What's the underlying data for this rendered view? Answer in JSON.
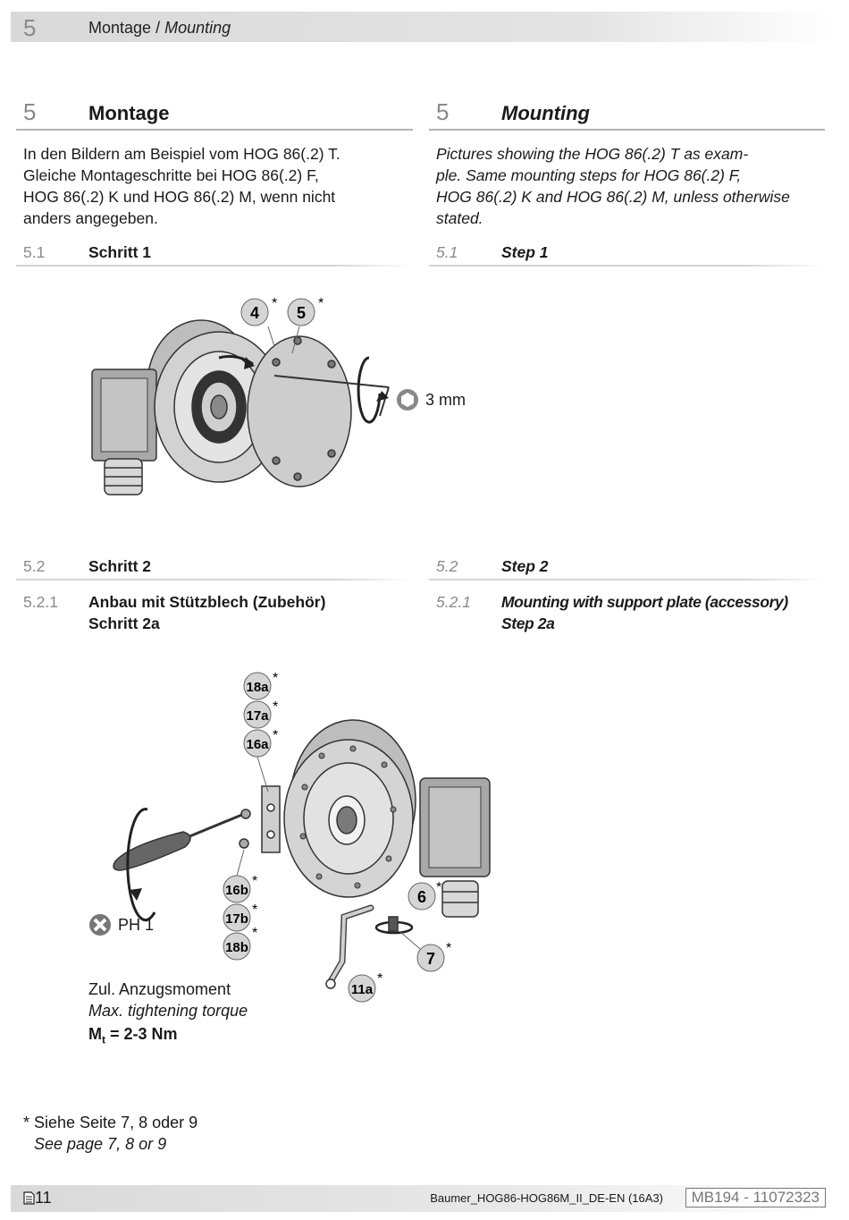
{
  "header": {
    "number": "5",
    "title_de": "Montage",
    "separator": " / ",
    "title_en": "Mounting"
  },
  "section": {
    "de": {
      "number": "5",
      "title": "Montage",
      "lines": [
        "In den Bildern am Beispiel vom HOG 86(.2) T.",
        "Gleiche Montageschritte bei HOG 86(.2) F,",
        "HOG 86(.2) K und HOG 86(.2) M, wenn nicht",
        "anders angegeben."
      ]
    },
    "en": {
      "number": "5",
      "title": "Mounting",
      "lines": [
        "Pictures showing the HOG 86(.2) T as exam-",
        "ple. Same mounting steps for HOG 86(.2) F,",
        "HOG 86(.2) K and HOG 86(.2) M, unless otherwise",
        "stated."
      ]
    }
  },
  "step1": {
    "number": "5.1",
    "title_de": "Schritt 1",
    "title_en": "Step 1"
  },
  "step2": {
    "number": "5.2",
    "title_de": "Schritt 2",
    "title_en": "Step 2"
  },
  "step2a": {
    "number": "5.2.1",
    "title_de": "Anbau mit Stützblech (Zubehör)",
    "sub_de": "Schritt 2a",
    "title_en": "Mounting with support plate (accessory)",
    "sub_en": "Step 2a"
  },
  "figure1": {
    "callouts": [
      "4",
      "5"
    ],
    "star": "*",
    "tool": "3 mm"
  },
  "figure2": {
    "callouts": [
      "18a",
      "17a",
      "16a",
      "16b",
      "17b",
      "18b",
      "6",
      "7",
      "11a"
    ],
    "star": "*",
    "tool": "PH 1"
  },
  "torque": {
    "de": "Zul. Anzugsmoment",
    "en": "Max. tightening torque",
    "symbol": "M",
    "subscript": "t",
    "value": " = 2-3 Nm"
  },
  "footnote": {
    "de": "* Siehe Seite 7, 8 oder 9",
    "en": "See page 7, 8 or 9"
  },
  "footer": {
    "page": "11",
    "document": "Baumer_HOG86-HOG86M_II_DE-EN (16A3)",
    "code": "MB194 - 11072323"
  }
}
